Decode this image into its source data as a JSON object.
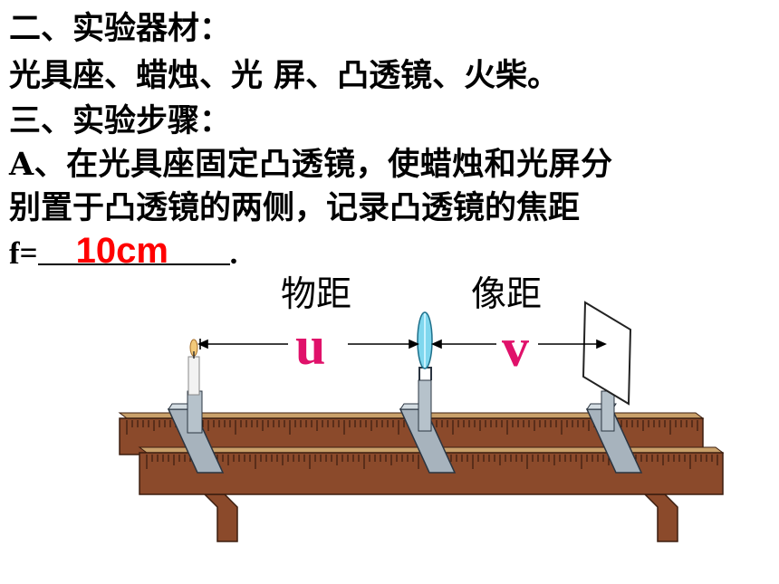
{
  "text": {
    "section2_title": "二、实验器材：",
    "materials": "光具座、蜡烛、光 屏、凸透镜、火柴。",
    "section3_title": "三、实验步骤：",
    "step_a_line1": "A、在光具座固定凸透镜，使蜡烛和光屏分",
    "step_a_line2": "别置于凸透镜的两侧，记录凸透镜的焦距",
    "focal_prefix": "f=",
    "focal_answer": "10cm",
    "focal_suffix": "."
  },
  "diagram": {
    "object_distance_label": "物距",
    "image_distance_label": "像距",
    "u_symbol": "u",
    "v_symbol": "v"
  },
  "colors": {
    "answer": "#ff0000",
    "symbols": "#e0116a",
    "bench_wood": "#8b4a2b",
    "bench_top": "#c9a06a",
    "holder_metal": "#a7b3bd"
  }
}
